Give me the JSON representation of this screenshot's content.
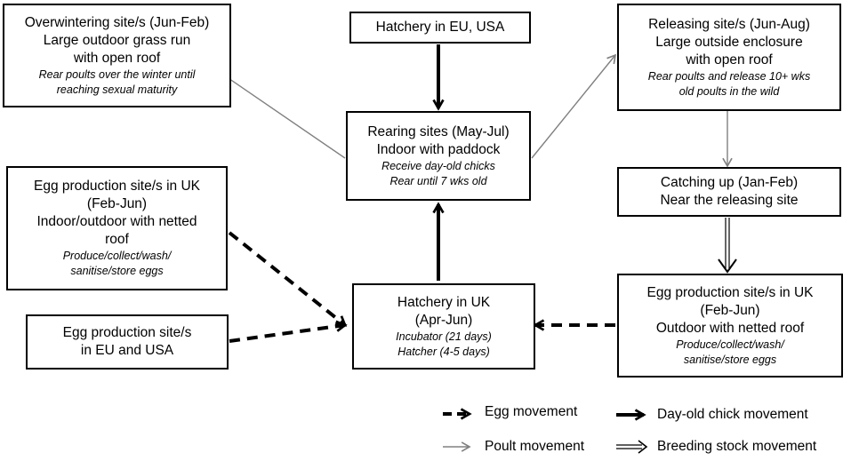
{
  "boxes": {
    "hatchery_eu_usa": {
      "lines": [
        "Hatchery in EU, USA"
      ],
      "notes": []
    },
    "overwintering": {
      "lines": [
        "Overwintering site/s (Jun-Feb)",
        "Large outdoor grass run",
        "with open roof"
      ],
      "notes": [
        "Rear poults over the winter until",
        "reaching sexual maturity"
      ]
    },
    "releasing": {
      "lines": [
        "Releasing site/s (Jun-Aug)",
        "Large outside enclosure",
        "with open roof"
      ],
      "notes": [
        "Rear poults and release 10+ wks",
        "old poults in the wild"
      ]
    },
    "rearing": {
      "lines": [
        "Rearing sites (May-Jul)",
        "Indoor with paddock"
      ],
      "notes": [
        "Receive day-old chicks",
        "Rear until 7 wks old"
      ]
    },
    "catching": {
      "lines": [
        "Catching up (Jan-Feb)",
        "Near the releasing site"
      ],
      "notes": []
    },
    "egg_uk_left": {
      "lines": [
        "Egg production site/s in UK",
        "(Feb-Jun)",
        "Indoor/outdoor with netted",
        "roof"
      ],
      "notes": [
        "Produce/collect/wash/",
        "sanitise/store eggs"
      ]
    },
    "hatchery_uk": {
      "lines": [
        "Hatchery in UK",
        "(Apr-Jun)"
      ],
      "notes": [
        "Incubator (21 days)",
        "Hatcher (4-5 days)"
      ]
    },
    "egg_uk_right": {
      "lines": [
        "Egg production site/s in UK",
        "(Feb-Jun)",
        "Outdoor with netted roof"
      ],
      "notes": [
        "Produce/collect/wash/",
        "sanitise/store eggs"
      ]
    },
    "egg_eu_usa": {
      "lines": [
        "Egg production site/s",
        "in EU and USA"
      ],
      "notes": []
    }
  },
  "legend": {
    "egg": "Egg movement",
    "chick": "Day-old chick movement",
    "poult": "Poult movement",
    "breeding": "Breeding stock movement"
  },
  "colors": {
    "ink": "#000000",
    "poult_line": "#808080"
  }
}
